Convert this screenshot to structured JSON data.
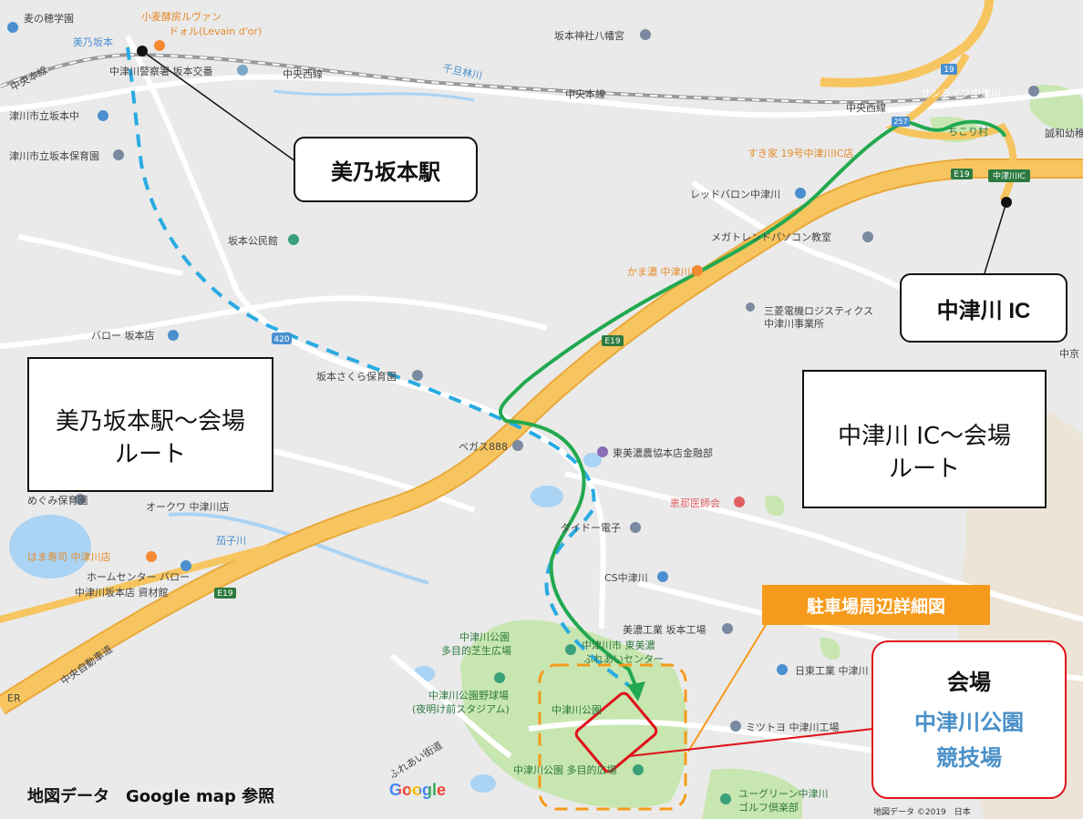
{
  "colors": {
    "land": "#eaeaea",
    "park": "#c8e6b0",
    "water": "#aad3f4",
    "highway": "#f7c55f",
    "route_station": "#29abe2",
    "route_ic": "#22a94f",
    "parking_badge": "#f59a1b",
    "venue_border": "#e0101a",
    "venue_name": "#4a90c8"
  },
  "callouts": {
    "station": "美乃坂本駅",
    "ic": "中津川 IC"
  },
  "legend_station": {
    "line_text": "美乃坂本駅～会場",
    "route_text": "ルート"
  },
  "legend_ic": {
    "line_text": "中津川 IC～会場",
    "route_text": "ルート"
  },
  "parking_label": "駐車場周辺詳細図",
  "venue": {
    "heading": "会場",
    "name_line1": "中津川公園",
    "name_line2": "競技場"
  },
  "credit": "地図データ　Google map 参照",
  "google_logo": "Google",
  "map_data_notice": "地図データ ©2019　日本",
  "map_labels": {
    "mugi": "麦の穂学園",
    "levain1": "小麦酵房ルヴァン",
    "levain2": "ドォル(Levain d'or)",
    "station_small": "美乃坂本",
    "police": "中津川警察署 坂本交番",
    "chuo1": "中央本線",
    "chuo_nishi1": "中央西線",
    "chigira": "千旦林川",
    "chuo2": "中央本線",
    "sakamoto_shrine": "坂本神社八幡宮",
    "school_sakamoto": "津川市立坂本中",
    "hoikuen_sakamoto": "津川市立坂本保育園",
    "kominkan": "坂本公民館",
    "route420": "420",
    "valor": "バロー 坂本店",
    "sakura": "坂本さくら保育園",
    "vegas": "ベガス888",
    "higashi_mino": "東美濃農協本店金融部",
    "megumi": "めぐみ保育園",
    "okuwa": "オークワ 中津川店",
    "nasugawa": "茄子川",
    "hamazushi": "はま寿司 中津川店",
    "homecenter1": "ホームセンター バロー",
    "homecenter2": "中津川坂本店 資材館",
    "chuo_expressway": "中央自動車道",
    "fureai_kaido": "ふれあい街道",
    "er": "ER",
    "daido": "ダイドー電子",
    "cs": "CS中津川",
    "enashi": "恵那医師会",
    "park_field1": "中津川公園",
    "park_field2": "多目的芝生広場",
    "fureai_center1": "中津川市 東美濃",
    "fureai_center2": "ふれあいセンター",
    "baseball1": "中津川公園野球場",
    "baseball2": "(夜明け前スタジアム)",
    "park_center": "中津川公園",
    "tamokuteki": "中津川公園 多目的広場",
    "mino_kogyo": "美濃工業 坂本工場",
    "nitto": "日東工業 中津川",
    "mitutoyo": "ミツトヨ 中津川工場",
    "ugreen1": "ユーグリーン中津川",
    "ugreen2": "ゴルフ倶楽部",
    "sunlife": "サンライフ中津川",
    "chuo_nishi2": "中央西線",
    "sukiya": "すき家 19号中津川IC店",
    "chigori": "ちこり村",
    "seiwa": "誠和幼稚",
    "red_baron": "レッドバロン中津川",
    "megatrend": "メガトレンドパソコン教室",
    "kamado": "かま濃 中津川店",
    "mitsubishi1": "三菱電機ロジスティクス",
    "mitsubishi2": "中津川事業所",
    "nakatsugawa_ic_sign": "中津川IC",
    "e19_a": "E19",
    "e19_b": "E19",
    "e19_c": "E19",
    "r19": "19",
    "r257": "257",
    "nakakyo": "中京"
  }
}
